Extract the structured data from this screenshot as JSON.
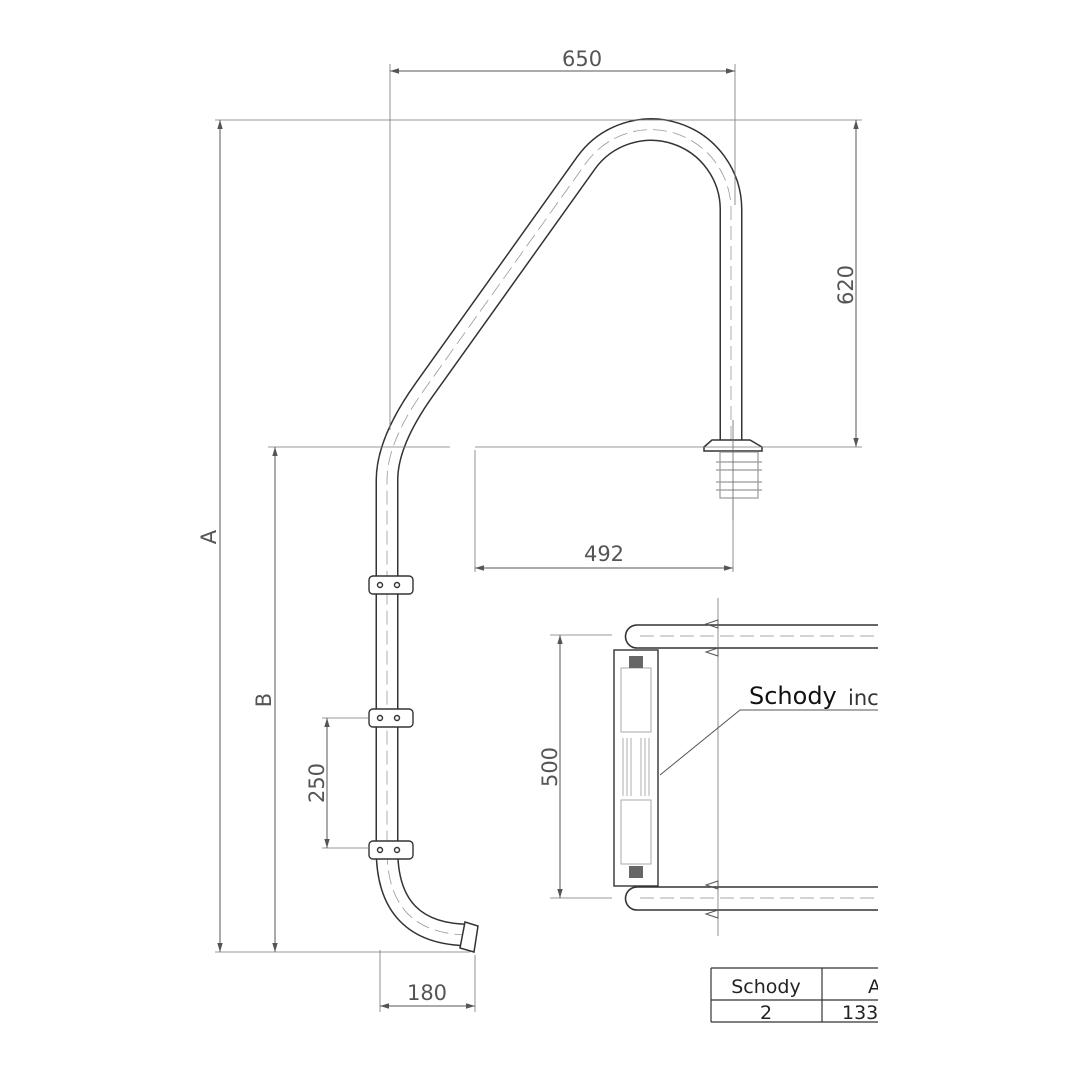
{
  "dimensions": {
    "top_width": "650",
    "rail_height": "620",
    "reach": "492",
    "total_height": "A",
    "step_height": "B",
    "step_spacing": "250",
    "foot_offset": "180",
    "step_width": "500"
  },
  "callout": {
    "label": "Schody",
    "label_suffix": "inc"
  },
  "table": {
    "headers": [
      "Schody",
      "A"
    ],
    "rows": [
      [
        "2",
        "133"
      ]
    ]
  },
  "colors": {
    "line": "#333333",
    "dimension": "#555555"
  }
}
